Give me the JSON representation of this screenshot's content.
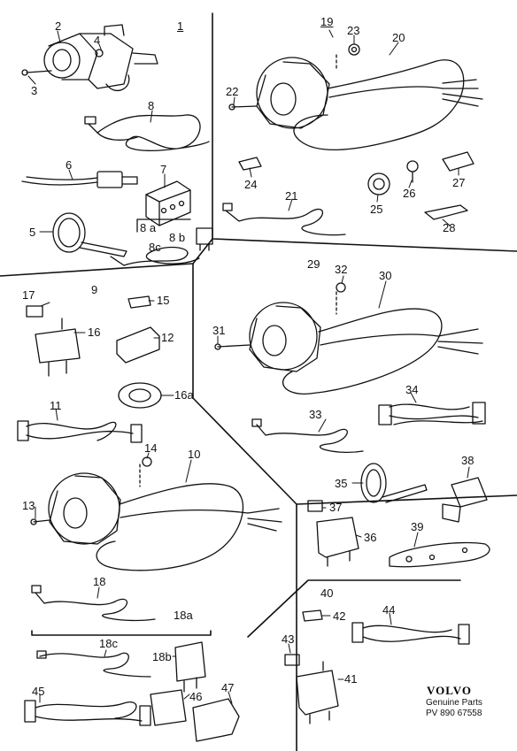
{
  "callouts": {
    "c1": "1",
    "c2": "2",
    "c3": "3",
    "c4": "4",
    "c5": "5",
    "c6": "6",
    "c7": "7",
    "c8": "8",
    "c8a": "8 a",
    "c8b": "8 b",
    "c8c": "8c",
    "c9": "9",
    "c10": "10",
    "c11": "11",
    "c12": "12",
    "c13": "13",
    "c14": "14",
    "c15": "15",
    "c16": "16",
    "c16a": "16a",
    "c17": "17",
    "c18": "18",
    "c18a": "18a",
    "c18b": "18b",
    "c18c": "18c",
    "c19": "19",
    "c20": "20",
    "c21": "21",
    "c22": "22",
    "c23": "23",
    "c24": "24",
    "c25": "25",
    "c26": "26",
    "c27": "27",
    "c28": "28",
    "c29": "29",
    "c30": "30",
    "c31": "31",
    "c32": "32",
    "c33": "33",
    "c34": "34",
    "c35": "35",
    "c36": "36",
    "c37": "37",
    "c38": "38",
    "c39": "39",
    "c40": "40",
    "c41": "41",
    "c42": "42",
    "c43": "43",
    "c44": "44",
    "c45": "45",
    "c46": "46",
    "c47": "47"
  },
  "branding": {
    "logo_text": "VOLVO",
    "subtitle": "Genuine Parts",
    "reference": "PV 890 67558"
  },
  "colors": {
    "line": "#111111",
    "background": "#ffffff"
  }
}
